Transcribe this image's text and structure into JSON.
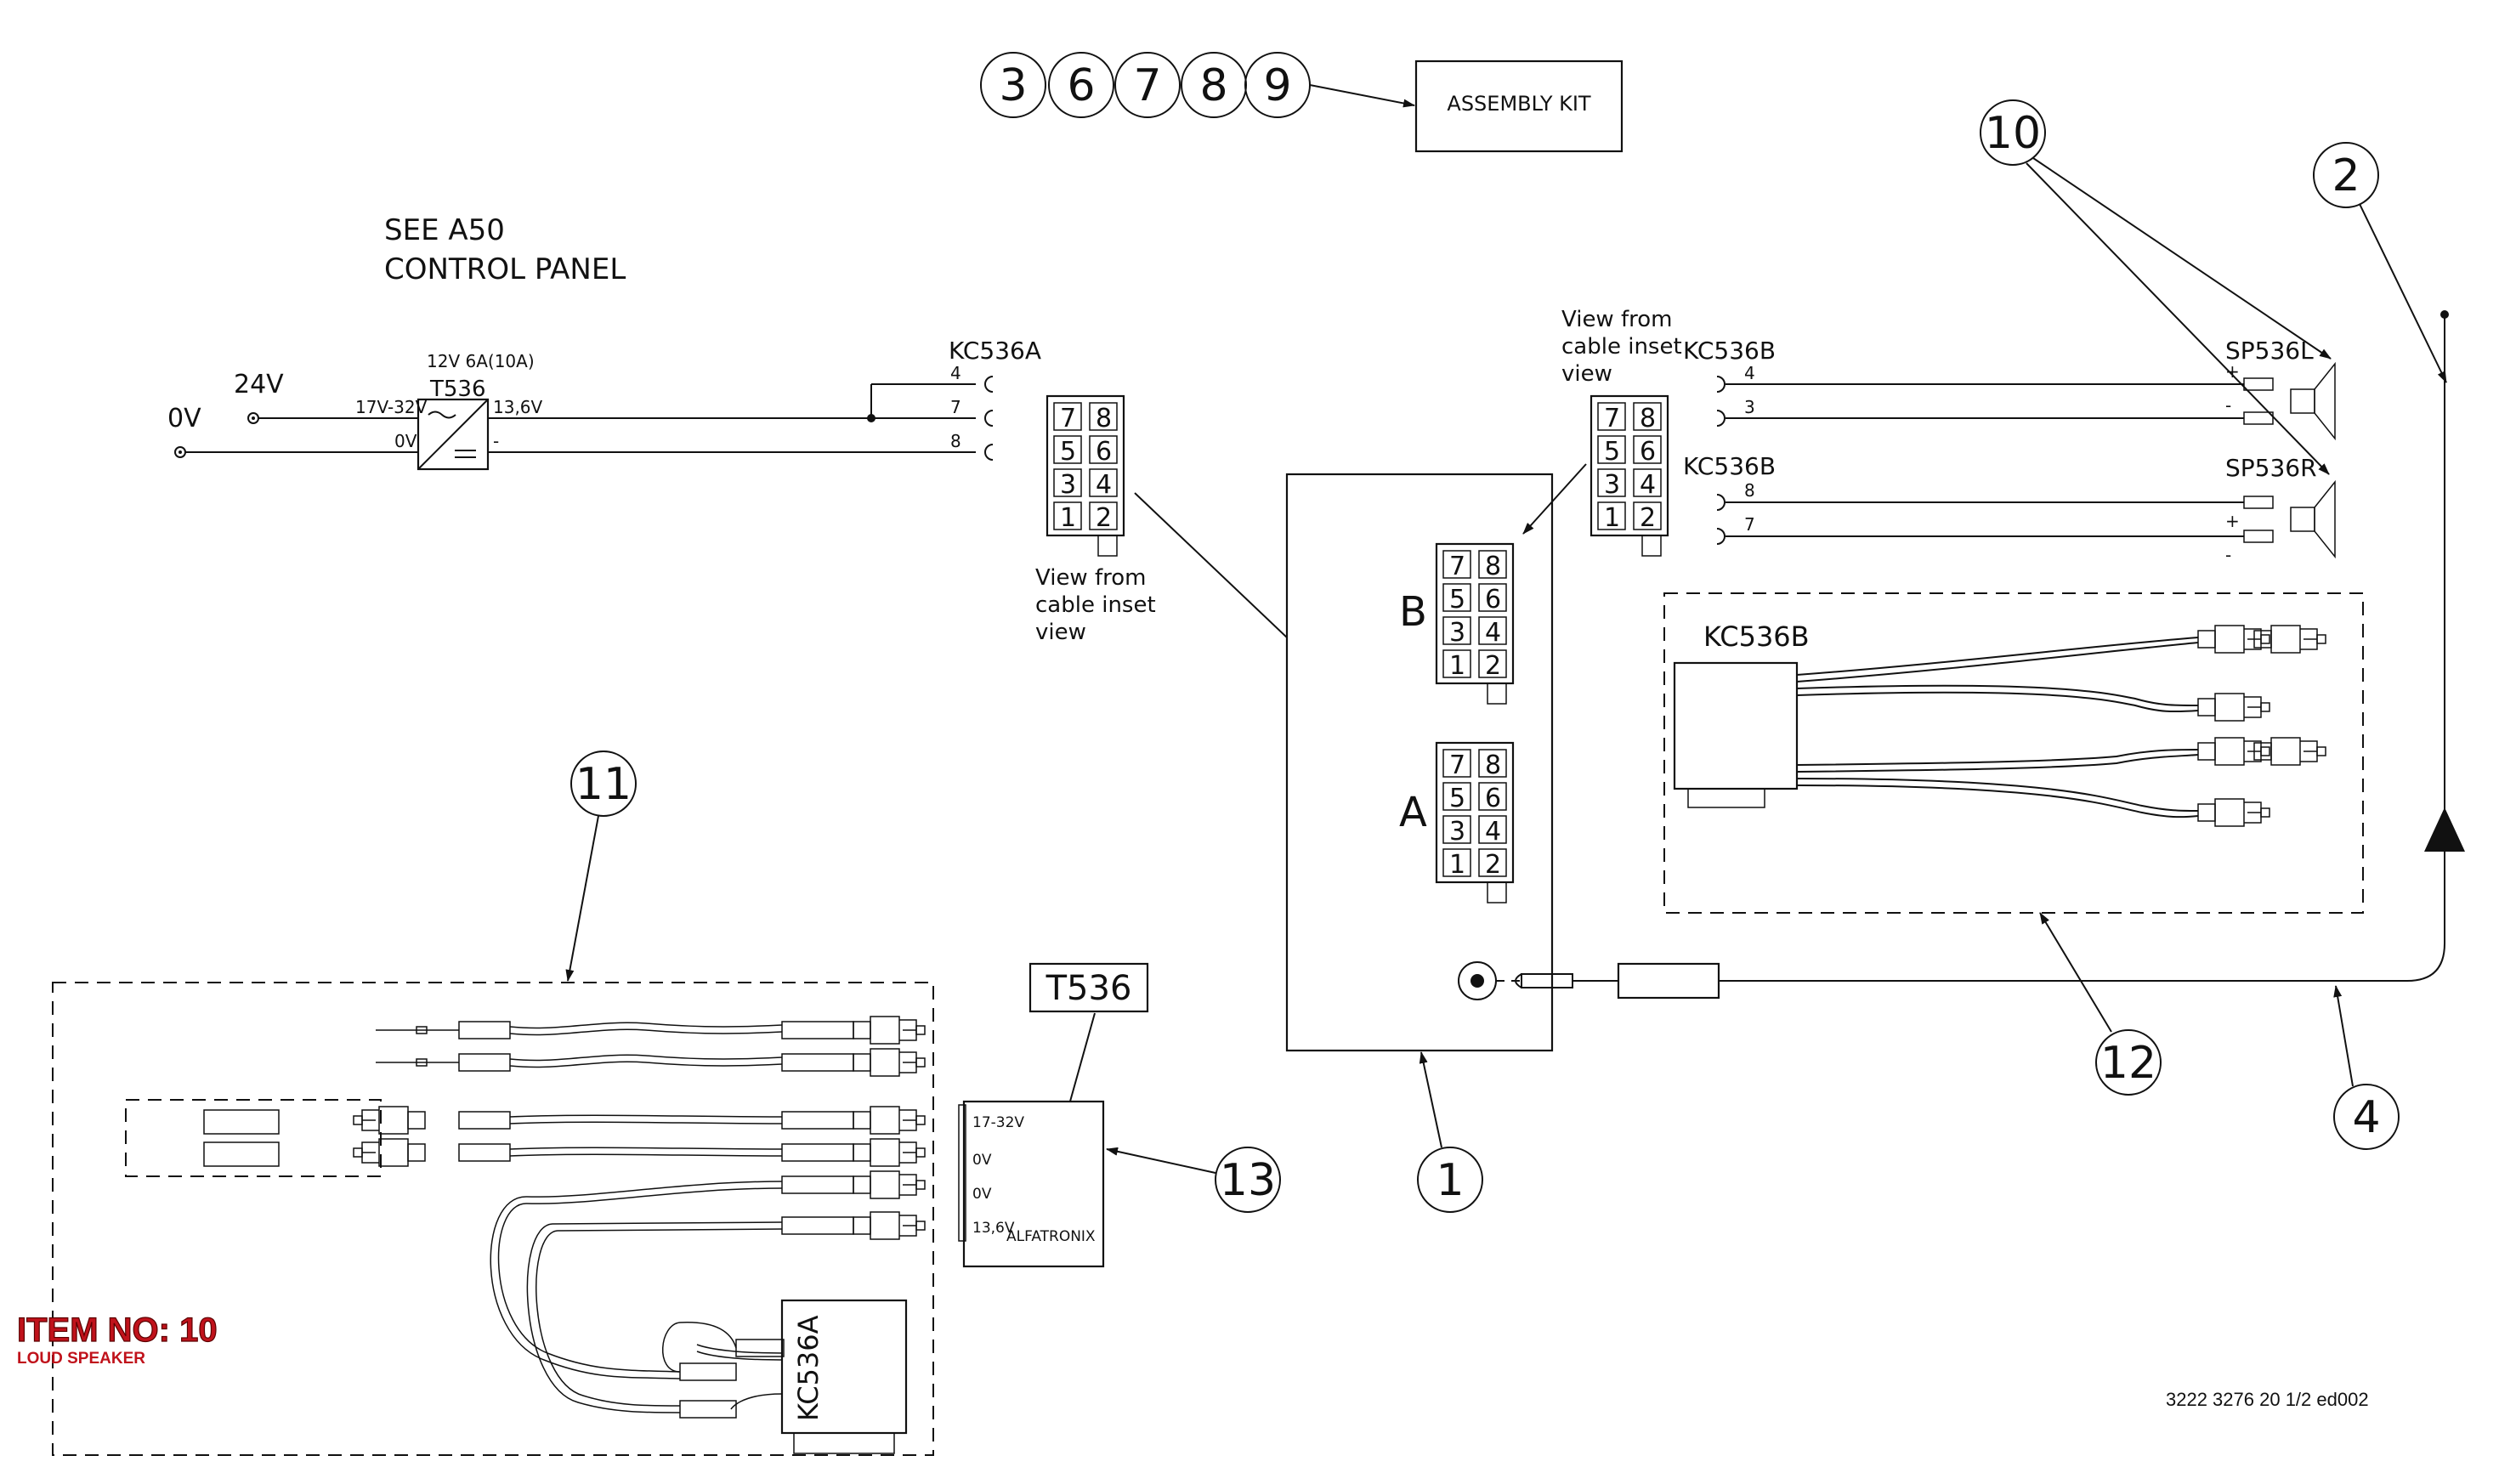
{
  "header": {
    "bubbles": [
      "3",
      "6",
      "7",
      "8",
      "9"
    ],
    "assembly_kit": "ASSEMBLY KIT"
  },
  "note": {
    "line1": "SEE A50",
    "line2": "CONTROL PANEL"
  },
  "power": {
    "v0": "0V",
    "v24": "24V",
    "rating": "12V 6A(10A)",
    "name": "T536",
    "in_label": "17V-32V",
    "gnd_label": "0V",
    "out_label": "13,6V",
    "minus": "-"
  },
  "connector_a_top": {
    "name": "KC536A",
    "pins": [
      "4",
      "7",
      "8"
    ]
  },
  "connector_b_top": {
    "name1": "KC536B",
    "pins1": [
      "4",
      "3"
    ],
    "name2": "KC536B",
    "pins2": [
      "8",
      "7"
    ]
  },
  "speakers": {
    "left": "SP536L",
    "right": "SP536R",
    "plus": "+",
    "minus": "-"
  },
  "pin_grid": [
    "7",
    "8",
    "5",
    "6",
    "3",
    "4",
    "1",
    "2"
  ],
  "view_note": {
    "left": [
      "View from",
      "cable inset",
      "view"
    ],
    "right": [
      "View from",
      "cable inset",
      "view"
    ]
  },
  "unit_labels": {
    "b": "B",
    "a": "A"
  },
  "harness_right_label": "KC536B",
  "harness_left_label": "KC536A",
  "psu_box": {
    "tag": "T536",
    "terminals": [
      "17-32V",
      "0V",
      "0V",
      "13,6V"
    ],
    "brand": "ALFATRONIX"
  },
  "callouts": [
    "10",
    "2",
    "11",
    "12",
    "4",
    "1",
    "13"
  ],
  "item": {
    "title": "ITEM NO: 10",
    "subtitle": "LOUD SPEAKER"
  },
  "doc_number": "3222 3276 20 1/2 ed002"
}
